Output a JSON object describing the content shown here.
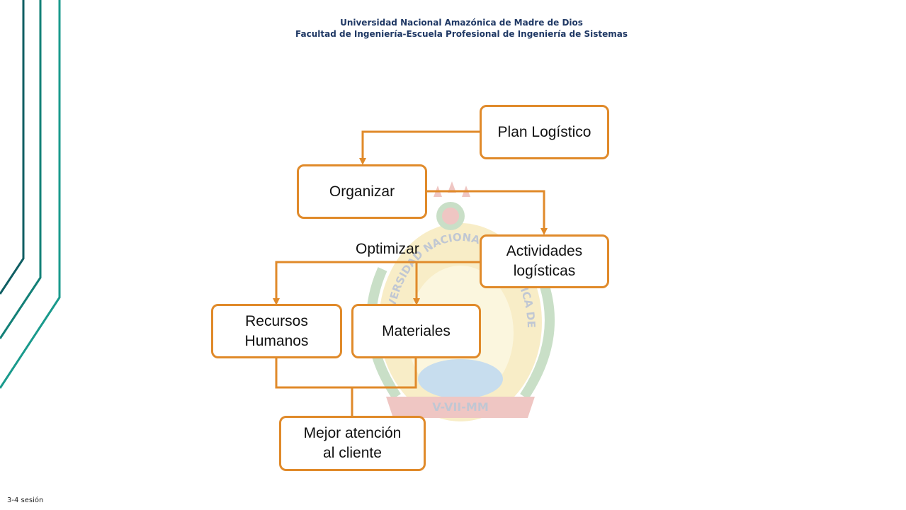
{
  "header": {
    "line1": "Universidad Nacional Amazónica de Madre de Dios",
    "line2": "Facultad de Ingeniería-Escuela Profesional de Ingeniería de Sistemas"
  },
  "seal": {
    "ring_text": "UNIVERSIDAD NACIONAL AMAZONICA DE MADRE DE DIOS",
    "ribbon_text": "V-VII-MM"
  },
  "diagram": {
    "plan": "Plan Logístico",
    "organizar": "Organizar",
    "actividades": "Actividades\nlogísticas",
    "optimizar": "Optimizar",
    "recursos": "Recursos\nHumanos",
    "materiales": "Materiales",
    "mejor": "Mejor atención\nal cliente"
  },
  "footer": {
    "session": "3-4 sesión"
  },
  "colors": {
    "accent": "#e08a2a",
    "teal": "#1a9a8c",
    "title": "#1f3864"
  }
}
